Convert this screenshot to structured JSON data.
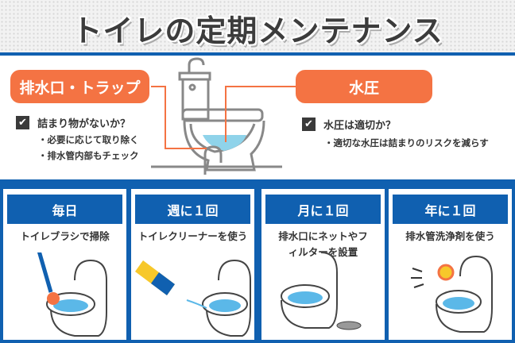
{
  "title": "トイレの定期メンテナンス",
  "left": {
    "label": "排水口・トラップ",
    "check": "詰まり物がないか？",
    "bullets": [
      "・必要に応じて取り除く",
      "・排水管内部もチェック"
    ]
  },
  "right": {
    "label": "水圧",
    "check": "水圧は適切か？",
    "bullets": [
      "・適切な水圧は詰まりのリスクを減らす"
    ]
  },
  "cards": [
    {
      "heading": "毎日",
      "desc": "トイレブラシで掃除"
    },
    {
      "heading": "週に１回",
      "desc": "トイレクリーナーを使う"
    },
    {
      "heading": "月に１回",
      "desc": "排水口にネットやフィルターを設置"
    },
    {
      "heading": "年に１回",
      "desc": "排水管洗浄剤を使う"
    }
  ],
  "colors": {
    "accent": "#f47343",
    "blue": "#1060b0",
    "water": "#8fd3ea"
  }
}
